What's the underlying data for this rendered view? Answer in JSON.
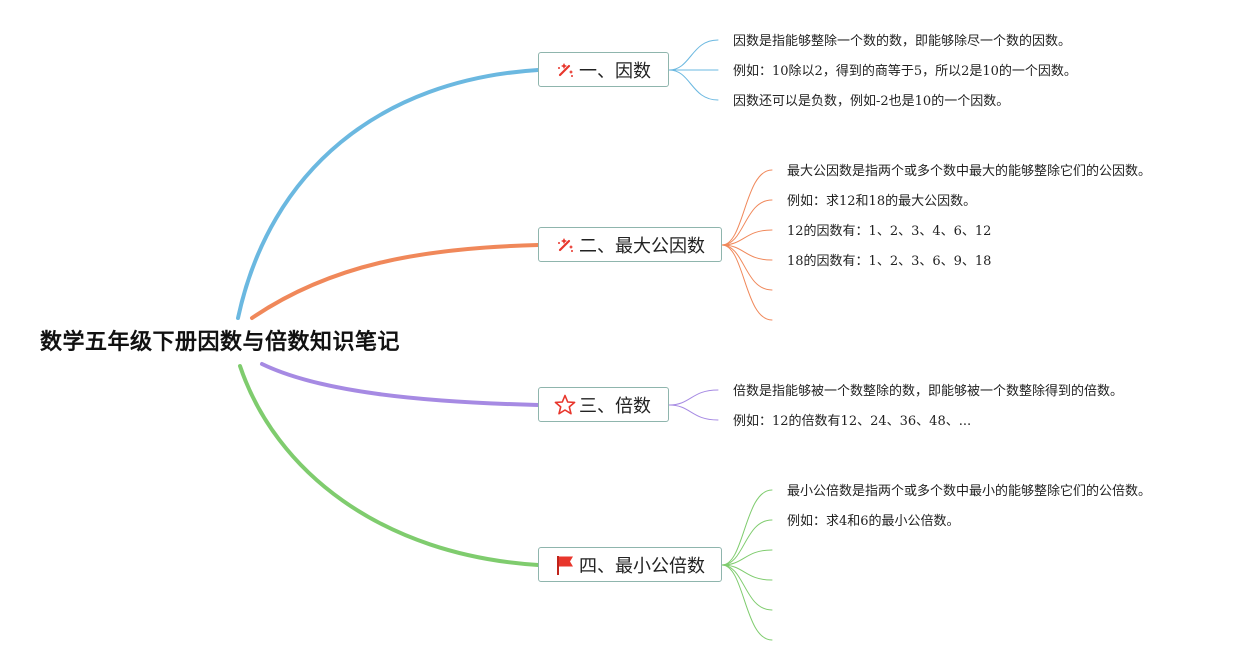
{
  "root": {
    "title": "数学五年级下册因数与倍数知识笔记"
  },
  "colors": {
    "branch1": "#6bb8e0",
    "branch2": "#f0885a",
    "branch3": "#a68ae3",
    "branch4": "#7fcc6e",
    "node_border": "#8fb5ad",
    "icon_red": "#e8362c"
  },
  "branches": [
    {
      "label": "一、因数",
      "icon": "sparkle-icon",
      "leaves": [
        "因数是指能够整除一个数的数，即能够除尽一个数的因数。",
        "例如：10除以2，得到的商等于5，所以2是10的一个因数。",
        "因数还可以是负数，例如-2也是10的一个因数。"
      ]
    },
    {
      "label": "二、最大公因数",
      "icon": "sparkle-icon",
      "leaves": [
        "最大公因数是指两个或多个数中最大的能够整除它们的公因数。",
        "例如：求12和18的最大公因数。",
        "12的因数有：1、2、3、4、6、12",
        "18的因数有：1、2、3、6、9、18",
        "",
        ""
      ]
    },
    {
      "label": "三、倍数",
      "icon": "star-icon",
      "leaves": [
        "倍数是指能够被一个数整除的数，即能够被一个数整除得到的倍数。",
        "例如：12的倍数有12、24、36、48、..."
      ]
    },
    {
      "label": "四、最小公倍数",
      "icon": "flag-icon",
      "leaves": [
        "最小公倍数是指两个或多个数中最小的能够整除它们的公倍数。",
        "例如：求4和6的最小公倍数。",
        "",
        "",
        "",
        ""
      ]
    }
  ]
}
